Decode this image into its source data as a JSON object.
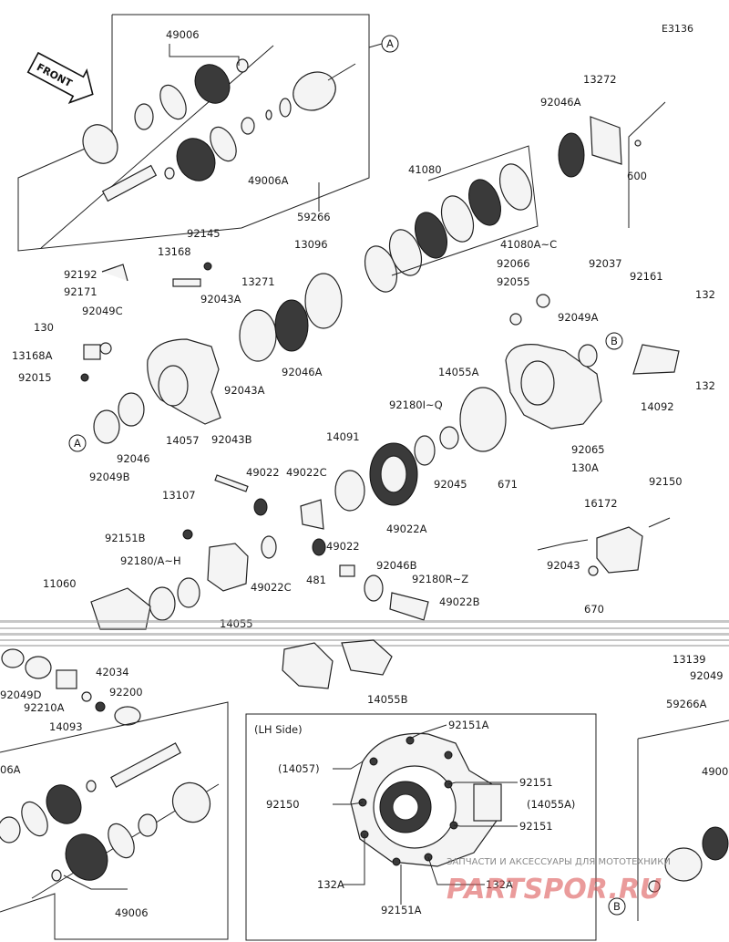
{
  "diagram_code": "E3136",
  "front_label": "FRONT",
  "lh_side_title": "(LH Side)",
  "callout_a": "A",
  "callout_b": "B",
  "watermark_text": "ЗАПЧАСТИ И АКСЕССУАРЫ ДЛЯ МОТОТЕХНИКИ",
  "watermark_logo": "PARTSPOR.RU",
  "labels": {
    "p49006_top": "49006",
    "p49006a": "49006A",
    "p59266": "59266",
    "p13272": "13272",
    "p92046a_top": "92046A",
    "p600": "600",
    "p41080": "41080",
    "p41080a_c": "41080A~C",
    "p92145": "92145",
    "p13168": "13168",
    "p92192": "92192",
    "p92171": "92171",
    "p92043a_1": "92043A",
    "p13271": "13271",
    "p13096": "13096",
    "p130": "130",
    "p92049c": "92049C",
    "p13168a": "13168A",
    "p92015": "92015",
    "p92046a_mid": "92046A",
    "p92043a_2": "92043A",
    "p92066": "92066",
    "p92037": "92037",
    "p92161": "92161",
    "p132_1": "132",
    "p92055": "92055",
    "p92049a": "92049A",
    "p14055a": "14055A",
    "p132_2": "132",
    "p14092": "14092",
    "p92180i_q": "92180I~Q",
    "p14091": "14091",
    "p92046": "92046",
    "p14057": "14057",
    "p92049b": "92049B",
    "p92043b": "92043B",
    "p49022_1": "49022",
    "p49022c_1": "49022C",
    "p92045": "92045",
    "p671": "671",
    "p92065": "92065",
    "p130a": "130A",
    "p13107": "13107",
    "p49022a": "49022A",
    "p92150_top": "92150",
    "p16172": "16172",
    "p92151b": "92151B",
    "p49022_2": "49022",
    "p92180_a_h": "92180/A~H",
    "p49022c_2": "49022C",
    "p92046b": "92046B",
    "p481": "481",
    "p92180r_z": "92180R~Z",
    "p92043": "92043",
    "p11060": "11060",
    "p49022b": "49022B",
    "p670": "670",
    "p14055": "14055",
    "p13139": "13139",
    "p92049_cut": "92049",
    "p14055b": "14055B",
    "p42034": "42034",
    "p92049d": "92049D",
    "p92200": "92200",
    "p92210a": "92210A",
    "p14093": "14093",
    "p59266a": "59266A",
    "p4900_cut": "4900",
    "p06a_cut": "06A",
    "p49006_bot": "49006",
    "lh_92151a_top": "92151A",
    "lh_14057": "(14057)",
    "lh_92151_1": "92151",
    "lh_92150": "92150",
    "lh_14055a": "(14055A)",
    "lh_92151_2": "92151",
    "lh_132a_1": "132A",
    "lh_132a_2": "132A",
    "lh_92151a_bot": "92151A"
  }
}
